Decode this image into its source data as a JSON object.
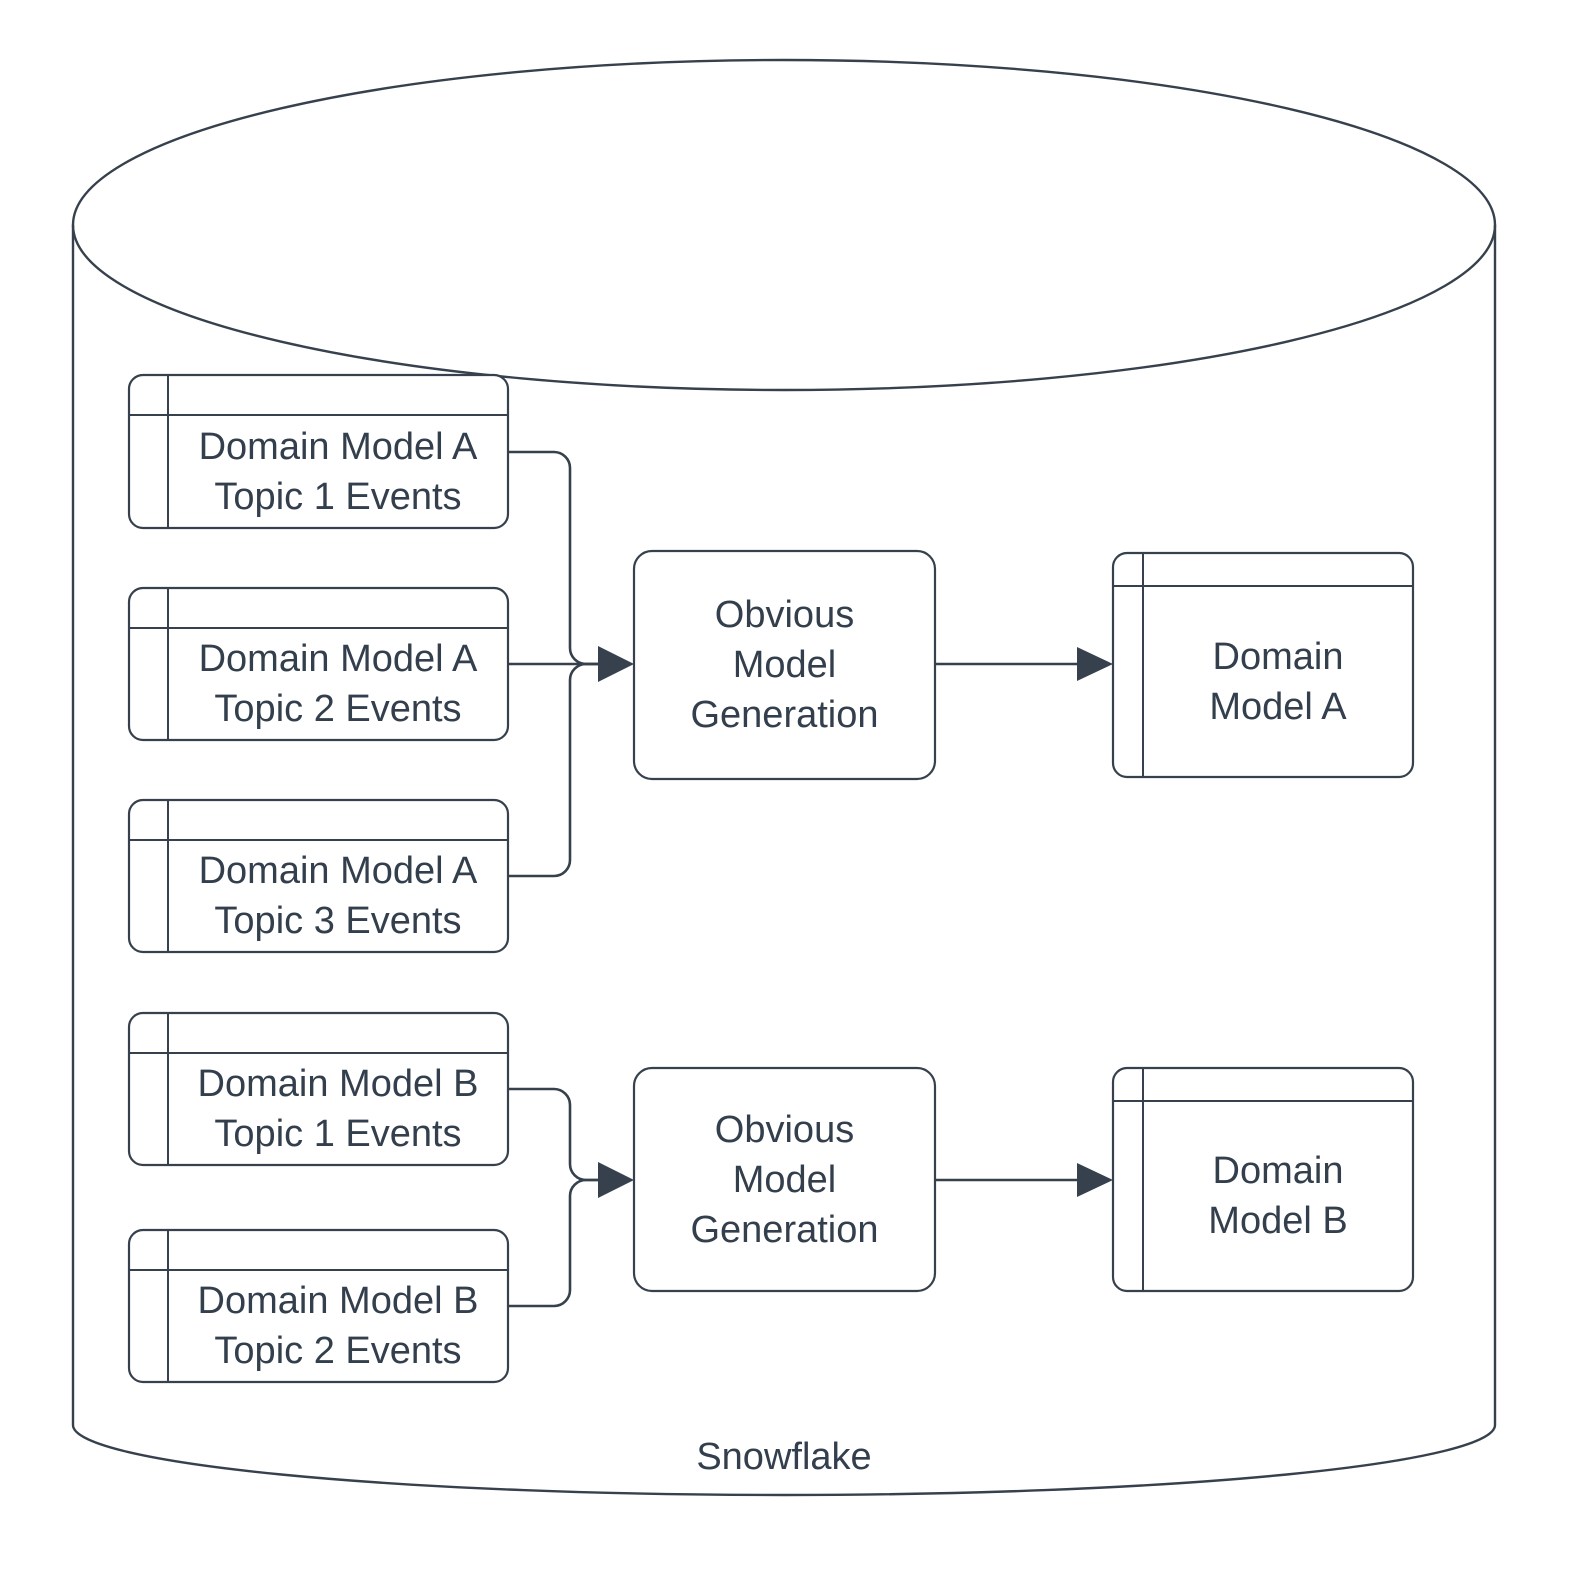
{
  "diagram": {
    "title": "Snowflake",
    "container": {
      "name": "Snowflake",
      "label": "Snowflake",
      "shape": "cylinder",
      "stroke_color": "#36414d",
      "fill_color": "#ffffff"
    },
    "theme": {
      "stroke_color": "#36414d",
      "text_color": "#333f4c",
      "background_color": "#ffffff",
      "arrow_color": "#36414d"
    },
    "groups": [
      {
        "id": "group-a",
        "sources": [
          {
            "id": "src-a1",
            "line1": "Domain Model A",
            "line2": "Topic 1 Events",
            "shape": "table"
          },
          {
            "id": "src-a2",
            "line1": "Domain Model A",
            "line2": "Topic 2 Events",
            "shape": "table"
          },
          {
            "id": "src-a3",
            "line1": "Domain Model A",
            "line2": "Topic 3 Events",
            "shape": "table"
          }
        ],
        "process": {
          "id": "proc-a",
          "line1": "Obvious",
          "line2": "Model",
          "line3": "Generation",
          "shape": "rounded-rectangle"
        },
        "output": {
          "id": "out-a",
          "line1": "Domain",
          "line2": "Model A",
          "shape": "table"
        }
      },
      {
        "id": "group-b",
        "sources": [
          {
            "id": "src-b1",
            "line1": "Domain Model B",
            "line2": "Topic 1 Events",
            "shape": "table"
          },
          {
            "id": "src-b2",
            "line1": "Domain Model B",
            "line2": "Topic 2 Events",
            "shape": "table"
          }
        ],
        "process": {
          "id": "proc-b",
          "line1": "Obvious",
          "line2": "Model",
          "line3": "Generation",
          "shape": "rounded-rectangle"
        },
        "output": {
          "id": "out-b",
          "line1": "Domain",
          "line2": "Model B",
          "shape": "table"
        }
      }
    ]
  }
}
